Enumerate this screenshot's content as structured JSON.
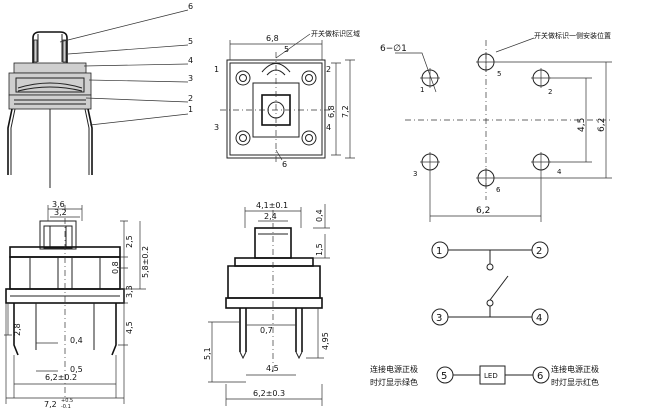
{
  "callouts": [
    "6",
    "5",
    "4",
    "3",
    "2",
    "1"
  ],
  "top_view": {
    "width": "6,8",
    "height": "6,8",
    "outer": "7,2",
    "marking_note": "开关做标识区域",
    "pins": [
      "1",
      "2",
      "3",
      "4"
    ],
    "mark_pin5": "5",
    "mark_pin6": "6"
  },
  "front_view": {
    "d_3_6": "3,6",
    "d_3_2": "3,2",
    "d_2_5": "2,5",
    "d_5_8": "5,8±0.2",
    "d_0_8": "0,8",
    "d_3_3": "3,3",
    "d_2_8": "2,8",
    "d_4_5": "4,5",
    "d_0_4": "0,4",
    "d_0_5": "0,5",
    "d_6_2": "6,2±0.2",
    "d_7_2": "7,2",
    "d_7_2_tol_up": "+0.5",
    "d_7_2_tol_dn": "-0.1"
  },
  "side_view": {
    "d_4_1": "4,1±0.1",
    "d_2_4": "2,4",
    "d_0_4": "0,4",
    "d_1_5": "1,5",
    "d_0_7": "0,7",
    "d_5_1": "5,1",
    "d_4_5": "4,5",
    "d_4_95": "4,95",
    "d_6_2": "6,2±0.3"
  },
  "footprint": {
    "hole_label": "6−∅1",
    "install_note": "开关做标识一侧安装位置",
    "pins": [
      "1",
      "2",
      "3",
      "4",
      "5",
      "6"
    ],
    "d_4_5": "4,5",
    "d_6_2_v": "6,2",
    "d_6_2_h": "6,2"
  },
  "schematic": {
    "nodes": [
      "1",
      "2",
      "3",
      "4"
    ],
    "led_label": "LED",
    "pin5": "5",
    "pin6": "6",
    "left_note_1": "连接电源正极",
    "left_note_2": "时灯显示绿色",
    "right_note_1": "连接电源正极",
    "right_note_2": "时灯显示红色"
  }
}
